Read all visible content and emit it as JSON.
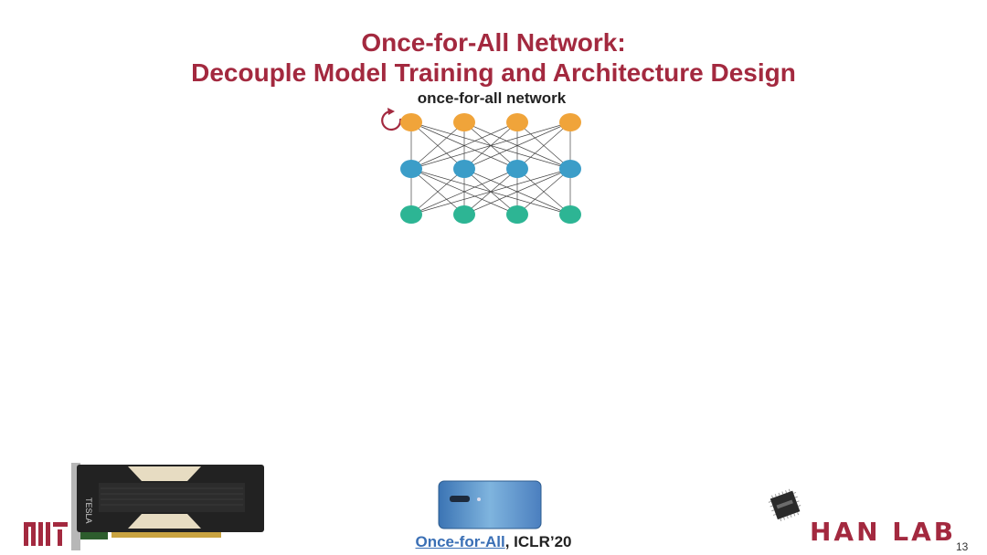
{
  "slide": {
    "title_line1": "Once-for-All Network:",
    "title_line2": "Decouple Model Training and Architecture Design",
    "network_label": "once-for-all network",
    "citation_link": "Once-for-All",
    "citation_rest": ", ICLR’20",
    "page_number": "13",
    "gpu_label": "TESLA",
    "lab_logo_text": "HAN LAB"
  },
  "network": {
    "rows": [
      {
        "name": "top",
        "color": "#f0a43a",
        "nodes": 4
      },
      {
        "name": "middle",
        "color": "#3b9dc8",
        "nodes": 4
      },
      {
        "name": "bottom",
        "color": "#2db594",
        "nodes": 4
      }
    ]
  },
  "colors": {
    "title": "#a3293f",
    "link": "#3a6fb5"
  },
  "icons": [
    "cycle-arrow-icon",
    "gpu-card-image",
    "phone-image",
    "microchip-image",
    "mit-logo",
    "han-lab-logo"
  ]
}
